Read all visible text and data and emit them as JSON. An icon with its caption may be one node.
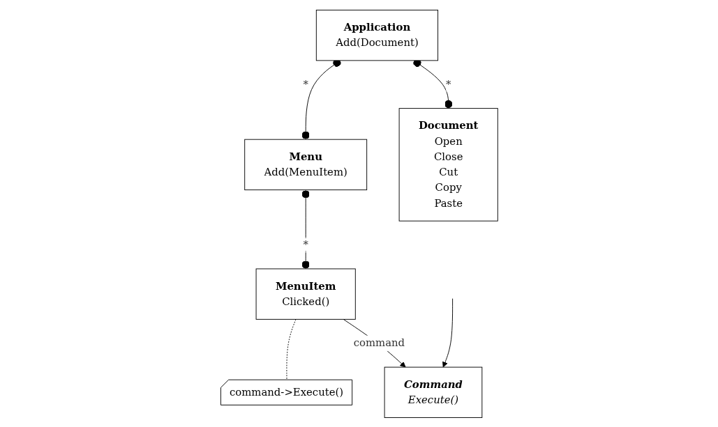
{
  "diagram": {
    "nodes": [
      {
        "text": [
          "Application",
          "Add(Document)"
        ]
      },
      {
        "text": [
          "Document",
          "Open",
          "Close",
          "Cut",
          "Copy",
          "Paste"
        ]
      },
      {
        "text": [
          "Menu",
          "Add(MenuItem)"
        ]
      },
      {
        "text": [
          "MenuItem",
          "Clicked()"
        ]
      },
      {
        "text": [
          "command->Execute()"
        ]
      },
      {
        "text": [
          "Command",
          "Execute()"
        ]
      }
    ],
    "edges": [
      {
        "from": 0,
        "to": 1,
        "arrow": "other",
        "label": "*"
      },
      {
        "from": 0,
        "to": 2,
        "arrow": "other",
        "label": "*"
      },
      {
        "from": 2,
        "to": 3,
        "arrow": "other",
        "label": "*"
      },
      {
        "from": 3,
        "to": 5,
        "arrow": "to",
        "label": "command"
      },
      {
        "from": 3,
        "to": 4,
        "arrow": "none",
        "style": "dashed"
      },
      {
        "from": null,
        "to": 5,
        "arrow": "to"
      }
    ]
  }
}
